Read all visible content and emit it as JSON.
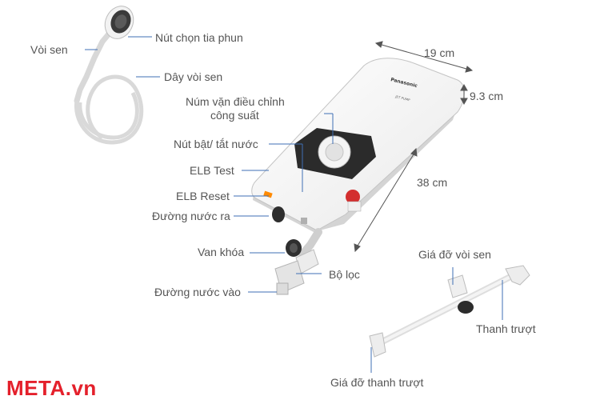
{
  "labels": {
    "shower_head": "Vòi sen",
    "spray_button": "Nút chọn tia phun",
    "shower_hose": "Dây vòi sen",
    "power_knob_line1": "Núm vặn điều chỉnh",
    "power_knob_line2": "công suất",
    "water_switch": "Nút bật/ tắt nước",
    "elb_test": "ELB Test",
    "elb_reset": "ELB Reset",
    "water_outlet": "Đường nước ra",
    "valve": "Van khóa",
    "filter": "Bộ lọc",
    "water_inlet": "Đường nước vào",
    "shower_holder": "Giá đỡ vòi sen",
    "slide_bar": "Thanh trượt",
    "bar_holder": "Giá đỡ thanh trượt"
  },
  "dimensions": {
    "width": "19 cm",
    "depth": "9.3 cm",
    "height": "38 cm"
  },
  "brand": {
    "logo_text": "META.vn",
    "color": "#e4202b"
  },
  "icons": [
    "shower-head-icon",
    "water-heater-icon",
    "slide-bar-icon"
  ]
}
